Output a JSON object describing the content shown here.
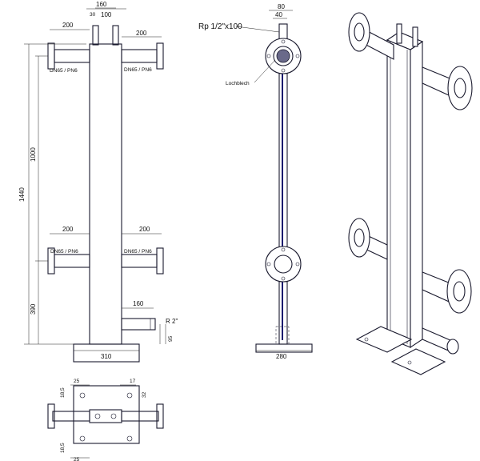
{
  "front": {
    "dim_160": "160",
    "dim_30": "30",
    "dim_100": "100",
    "dim_200": "200",
    "flange_label": "DN65 / PN6",
    "drain_label": "R 2\"",
    "dim_310": "310",
    "dim_1440": "1440",
    "dim_1000": "1000",
    "dim_390": "390",
    "dim_95": "95"
  },
  "side": {
    "dim_80": "80",
    "dim_40": "40",
    "rp_label": "Rp 1/2\"x100",
    "perforated_label": "Lochblech",
    "dim_280": "280"
  },
  "top": {
    "dim_25": "25",
    "dim_17": "17",
    "dim_18_5": "18,5",
    "dim_32": "32"
  }
}
